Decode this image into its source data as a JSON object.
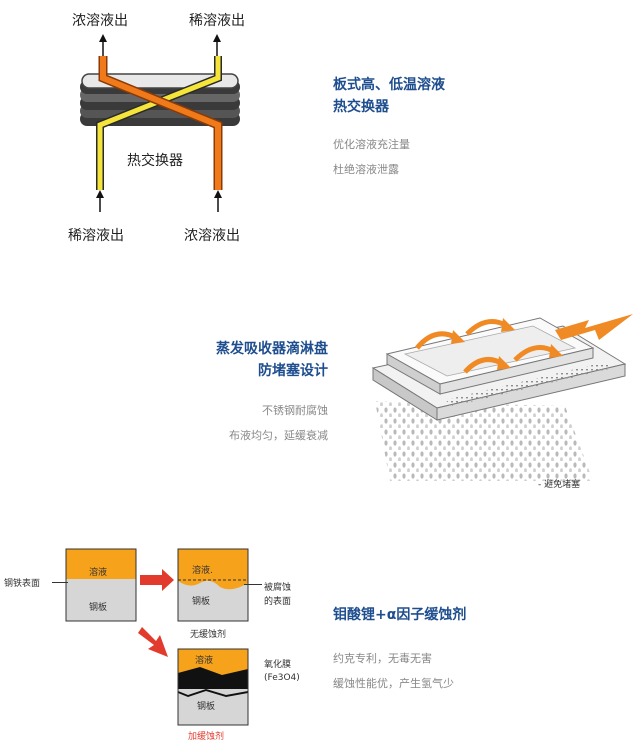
{
  "section1": {
    "labels": {
      "top_left": "浓溶液出",
      "top_right": "稀溶液出",
      "center": "热交换器",
      "bottom_left": "稀溶液出",
      "bottom_right": "浓溶液出"
    },
    "title_line1": "板式高、低温溶液",
    "title_line2": "热交换器",
    "desc_line1": "优化溶液充注量",
    "desc_line2": "杜绝溶液泄露"
  },
  "section2": {
    "title_line1": "蒸发吸收器滴淋盘",
    "title_line2": "防堵塞设计",
    "desc_line1": "不锈钢耐腐蚀",
    "desc_line2": "布液均匀，延缓衰减",
    "caption": "- 避免堵塞"
  },
  "section3": {
    "labels": {
      "steel_surface": "钢铁表面",
      "solution_a": "溶液",
      "plate_a": "钢板",
      "solution_b": "溶液.",
      "plate_b": "钢板",
      "corroded_line1": "被腐蚀",
      "corroded_line2": "的表面",
      "no_inhibitor": "无缓蚀剂",
      "solution_c": "溶液",
      "plate_c": "钢板",
      "oxide_line1": "氧化膜",
      "oxide_formula": "(Fe3O4)",
      "with_inhibitor": "加缓蚀剂"
    },
    "title": "钼酸锂+α因子缓蚀剂",
    "desc_line1": "约克专利，无毒无害",
    "desc_line2": "缓蚀性能优，产生氢气少"
  },
  "colors": {
    "title_blue": "#1f4e8f",
    "orange": "#f08a24",
    "yellow": "#f5e43a",
    "red": "#e23b2e"
  }
}
